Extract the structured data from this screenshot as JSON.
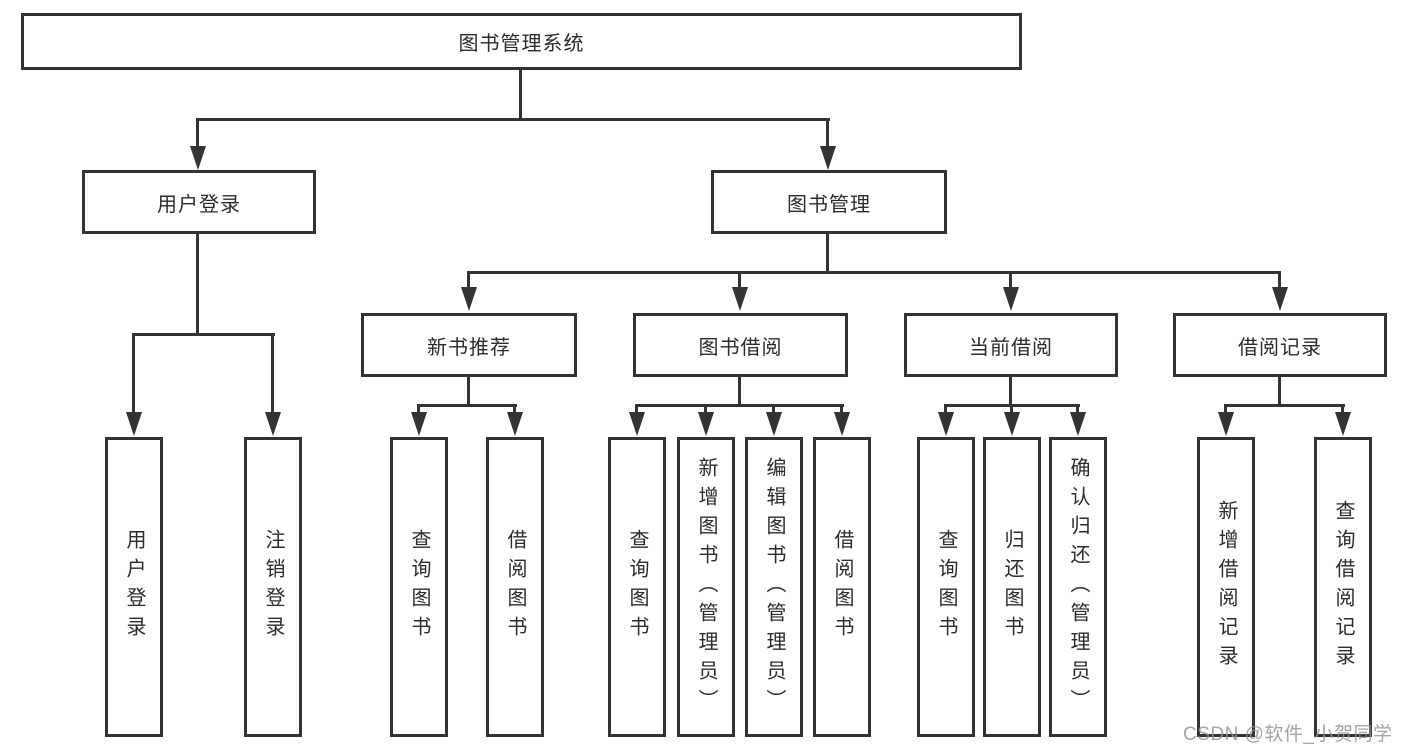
{
  "diagram": {
    "title": "图书管理系统",
    "watermark": "CSDN @软件_小贺同学",
    "colors": {
      "line": "#333333",
      "box_border": "#333333",
      "text": "#2b2b2b",
      "background": "#ffffff",
      "watermark": "#949494"
    }
  },
  "tree": {
    "root": {
      "label": "图书管理系统"
    },
    "branches": [
      {
        "label": "用户登录",
        "leaves": [
          "用户登录",
          "注销登录"
        ]
      },
      {
        "label": "图书管理",
        "groups": [
          {
            "label": "新书推荐",
            "leaves": [
              "查询图书",
              "借阅图书"
            ]
          },
          {
            "label": "图书借阅",
            "leaves": [
              "查询图书",
              "新增图书（管理员）",
              "编辑图书（管理员）",
              "借阅图书"
            ]
          },
          {
            "label": "当前借阅",
            "leaves": [
              "查询图书",
              "归还图书",
              "确认归还（管理员）"
            ]
          },
          {
            "label": "借阅记录",
            "leaves": [
              "新增借阅记录",
              "查询借阅记录"
            ]
          }
        ]
      }
    ]
  }
}
